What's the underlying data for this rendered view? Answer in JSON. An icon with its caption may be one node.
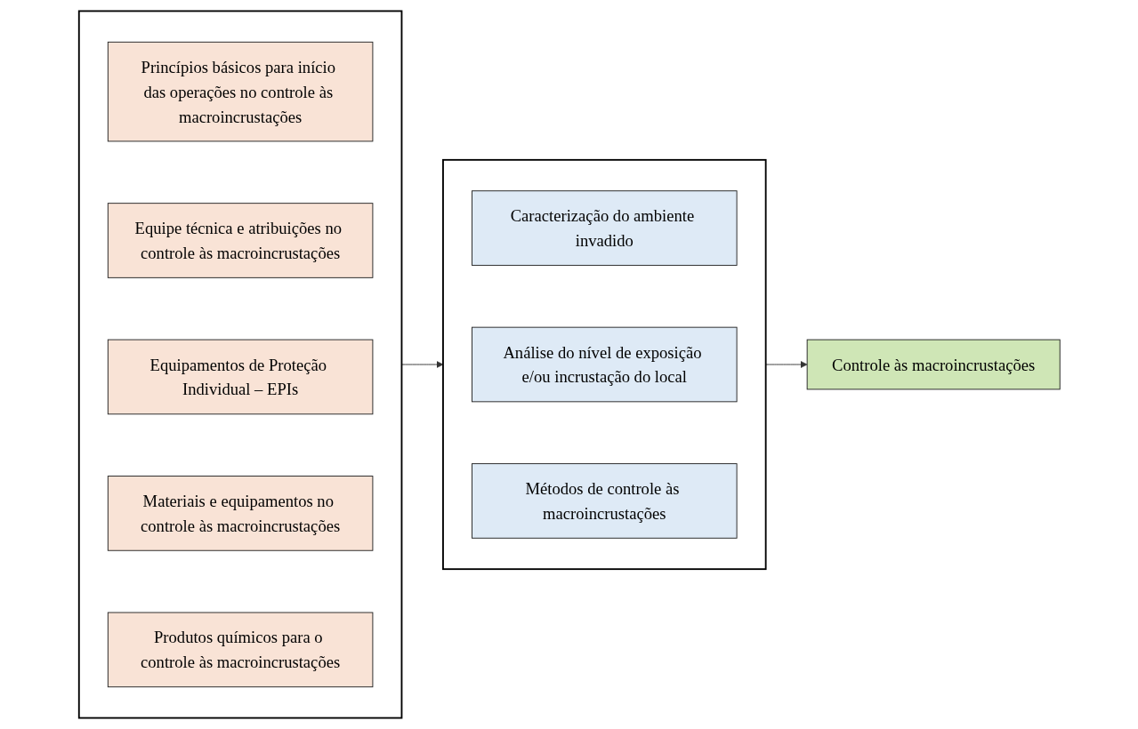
{
  "diagram": {
    "nodes": [
      {
        "text": [],
        "shape": "box"
      },
      {
        "text": [
          "Princípios básicos para início das operações no controle às macroincrustações"
        ],
        "in": 0
      },
      {
        "text": [
          "Equipe técnica e atribuições no controle às macroincrustações"
        ],
        "in": 0
      },
      {
        "text": [
          "Equipamentos de Proteção Individual – EPIs"
        ],
        "in": 0
      },
      {
        "text": [
          "Materiais e equipamentos no controle às macroincrustações"
        ],
        "in": 0
      },
      {
        "text": [
          "Produtos químicos para o controle às macroincrustações"
        ],
        "in": 0
      },
      {
        "text": [],
        "shape": "box"
      },
      {
        "text": [
          "Caracterização do ambiente invadido"
        ],
        "in": 6
      },
      {
        "text": [
          "Análise do nível de exposição e/ou incrustação do local"
        ],
        "in": 6
      },
      {
        "text": [
          "Métodos de controle às macroincrustações"
        ],
        "in": 6
      },
      {
        "text": [
          "Controle às macroincrustações"
        ]
      }
    ],
    "edges": [
      {
        "from": 0,
        "to": 6,
        "arrow": "to"
      },
      {
        "from": 6,
        "to": 10,
        "arrow": "to"
      }
    ]
  }
}
